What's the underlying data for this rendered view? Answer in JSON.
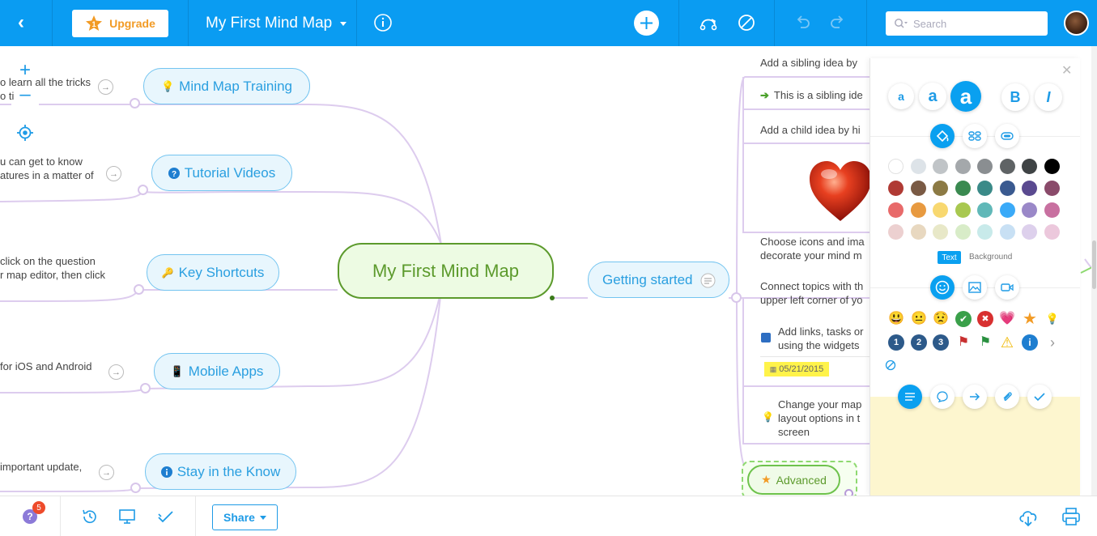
{
  "topbar": {
    "upgrade_label": "Upgrade",
    "map_title": "My First Mind Map",
    "search_placeholder": "Search"
  },
  "canvas": {
    "center_node": "My First Mind Map",
    "left_nodes": [
      {
        "label": "Mind Map Training",
        "icon": "lightbulb-icon",
        "note_lines": [
          "o learn all the tricks",
          "o ti"
        ]
      },
      {
        "label": "Tutorial Videos",
        "icon": "question-icon",
        "note_lines": [
          "u can get to know",
          "atures in a matter of"
        ]
      },
      {
        "label": "Key Shortcuts",
        "icon": "key-icon",
        "note_lines": [
          "click on the question",
          "r map editor, then click"
        ]
      },
      {
        "label": "Mobile Apps",
        "icon": "phone-icon",
        "note_lines": [
          "for iOS and Android"
        ]
      },
      {
        "label": "Stay in the Know",
        "icon": "info-icon",
        "note_lines": [
          "important update,"
        ]
      }
    ],
    "right_node": "Getting started",
    "right_items": [
      {
        "text": [
          "Add a sibling idea by"
        ]
      },
      {
        "text": [
          "This is a sibling ide"
        ],
        "icon": "green-arrow-icon"
      },
      {
        "text": [
          "Add a child idea by hi"
        ]
      },
      {
        "text": [
          "Choose icons and ima",
          "decorate your mind m"
        ],
        "icon": "heart-image"
      },
      {
        "text": [
          "Connect topics with th",
          "upper left corner of yo"
        ]
      },
      {
        "text": [
          "Add links, tasks or",
          "using the widgets"
        ],
        "icon": "blue-square-icon"
      },
      {
        "text": [
          "Change your map",
          "layout options in t",
          "screen"
        ],
        "icon": "lightbulb-icon"
      }
    ],
    "date_badge": "05/21/2015",
    "advanced_node": "Advanced"
  },
  "format_panel": {
    "font_buttons": [
      "a",
      "a",
      "a",
      "B",
      "I"
    ],
    "color_tab_text": "Text",
    "color_tab_background": "Background",
    "colors": [
      [
        "#ffffff",
        "#dde3e8",
        "#c0c4c7",
        "#a4a8ab",
        "#8a8e91",
        "#5f6365",
        "#3f4345",
        "#000000"
      ],
      [
        "#b03a34",
        "#7a5a44",
        "#8c7a44",
        "#3a8a50",
        "#3a8a88",
        "#3a5a90",
        "#5a4a90",
        "#8a4a6a"
      ],
      [
        "#e86a6a",
        "#e89a40",
        "#f8d870",
        "#a8c850",
        "#60b8b8",
        "#3aaaf8",
        "#9a88c8",
        "#c870a0"
      ],
      [
        "#ecd0d0",
        "#e8d8c0",
        "#e8e8c8",
        "#d8ecc8",
        "#c8eaea",
        "#c8e0f4",
        "#ddd0ec",
        "#ecc8dc"
      ]
    ],
    "emoji_row1": [
      "😃",
      "😐",
      "😟",
      "✔",
      "✖",
      "💗",
      "★",
      "💡"
    ],
    "emoji_row2": [
      "1",
      "2",
      "3",
      "⚑",
      "⚑",
      "⚠",
      "i",
      "›"
    ]
  },
  "bottombar": {
    "notification_count": "5",
    "share_label": "Share"
  }
}
